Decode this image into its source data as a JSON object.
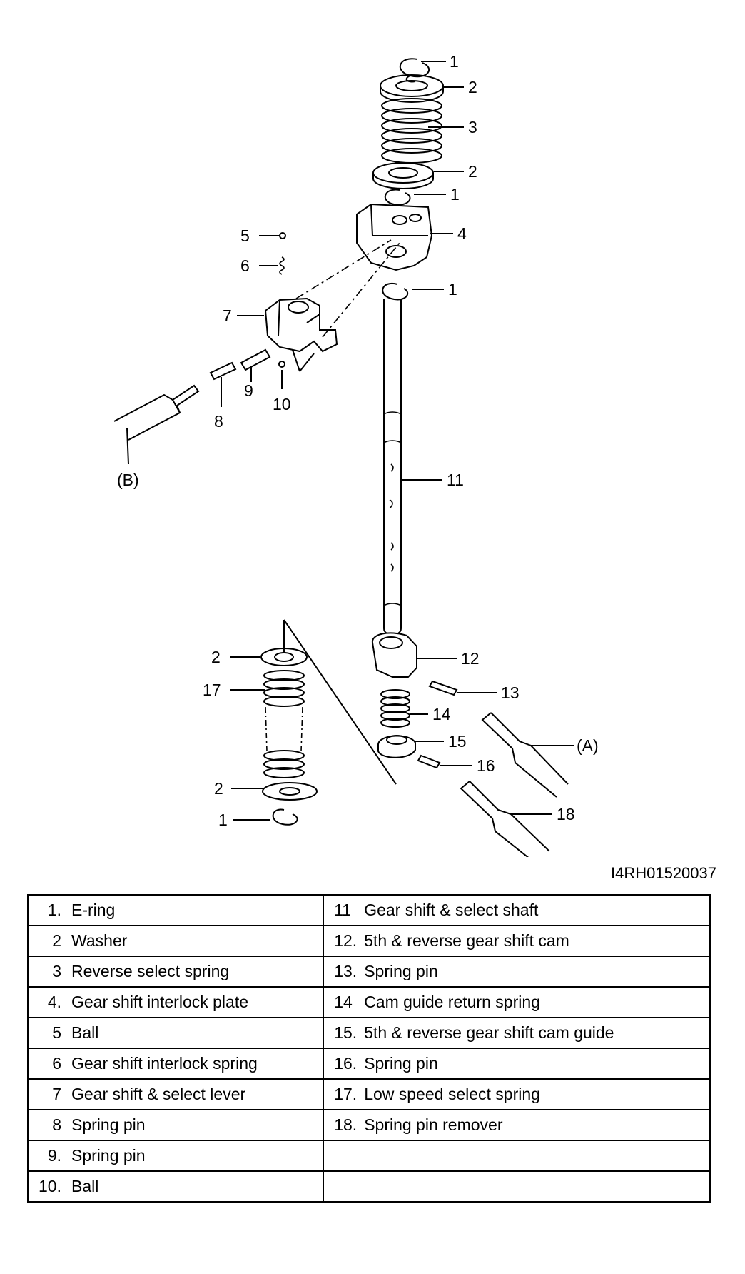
{
  "callouts": {
    "top_e_ring": "1",
    "top_washer": "2",
    "reverse_spring": "3",
    "lower_washer": "2",
    "lower_e_ring": "1",
    "interlock_plate": "4",
    "ball_5": "5",
    "spring_6": "6",
    "lever_7": "7",
    "shaft_e_ring": "1",
    "pin_8": "8",
    "pin_9": "9",
    "ball_10": "10",
    "tool_b": "(B)",
    "shaft_11": "11",
    "cam_12": "12",
    "pin_13": "13",
    "spring_14": "14",
    "guide_15": "15",
    "pin_16": "16",
    "tool_a": "(A)",
    "tool_18": "18",
    "detail_washer_top": "2",
    "detail_spring_17": "17",
    "detail_washer_bottom": "2",
    "detail_e_ring": "1"
  },
  "figure_code": "I4RH01520037",
  "parts_table": {
    "rows": [
      {
        "left_num": "1.",
        "left_name": "E-ring",
        "right_num": "11",
        "right_name": "Gear shift & select shaft"
      },
      {
        "left_num": "2",
        "left_name": "Washer",
        "right_num": "12.",
        "right_name": "5th & reverse gear shift cam"
      },
      {
        "left_num": "3",
        "left_name": "Reverse select spring",
        "right_num": "13.",
        "right_name": "Spring pin"
      },
      {
        "left_num": "4.",
        "left_name": "Gear shift interlock plate",
        "right_num": "14",
        "right_name": "Cam guide return spring"
      },
      {
        "left_num": "5",
        "left_name": "Ball",
        "right_num": "15.",
        "right_name": "5th & reverse gear shift cam guide"
      },
      {
        "left_num": "6",
        "left_name": "Gear shift interlock spring",
        "right_num": "16.",
        "right_name": "Spring pin"
      },
      {
        "left_num": "7",
        "left_name": "Gear shift & select lever",
        "right_num": "17.",
        "right_name": "Low speed select spring"
      },
      {
        "left_num": "8",
        "left_name": "Spring pin",
        "right_num": "18.",
        "right_name": "Spring pin remover"
      },
      {
        "left_num": "9.",
        "left_name": "Spring pin",
        "right_num": "",
        "right_name": ""
      },
      {
        "left_num": "10.",
        "left_name": "Ball",
        "right_num": "",
        "right_name": ""
      }
    ]
  }
}
